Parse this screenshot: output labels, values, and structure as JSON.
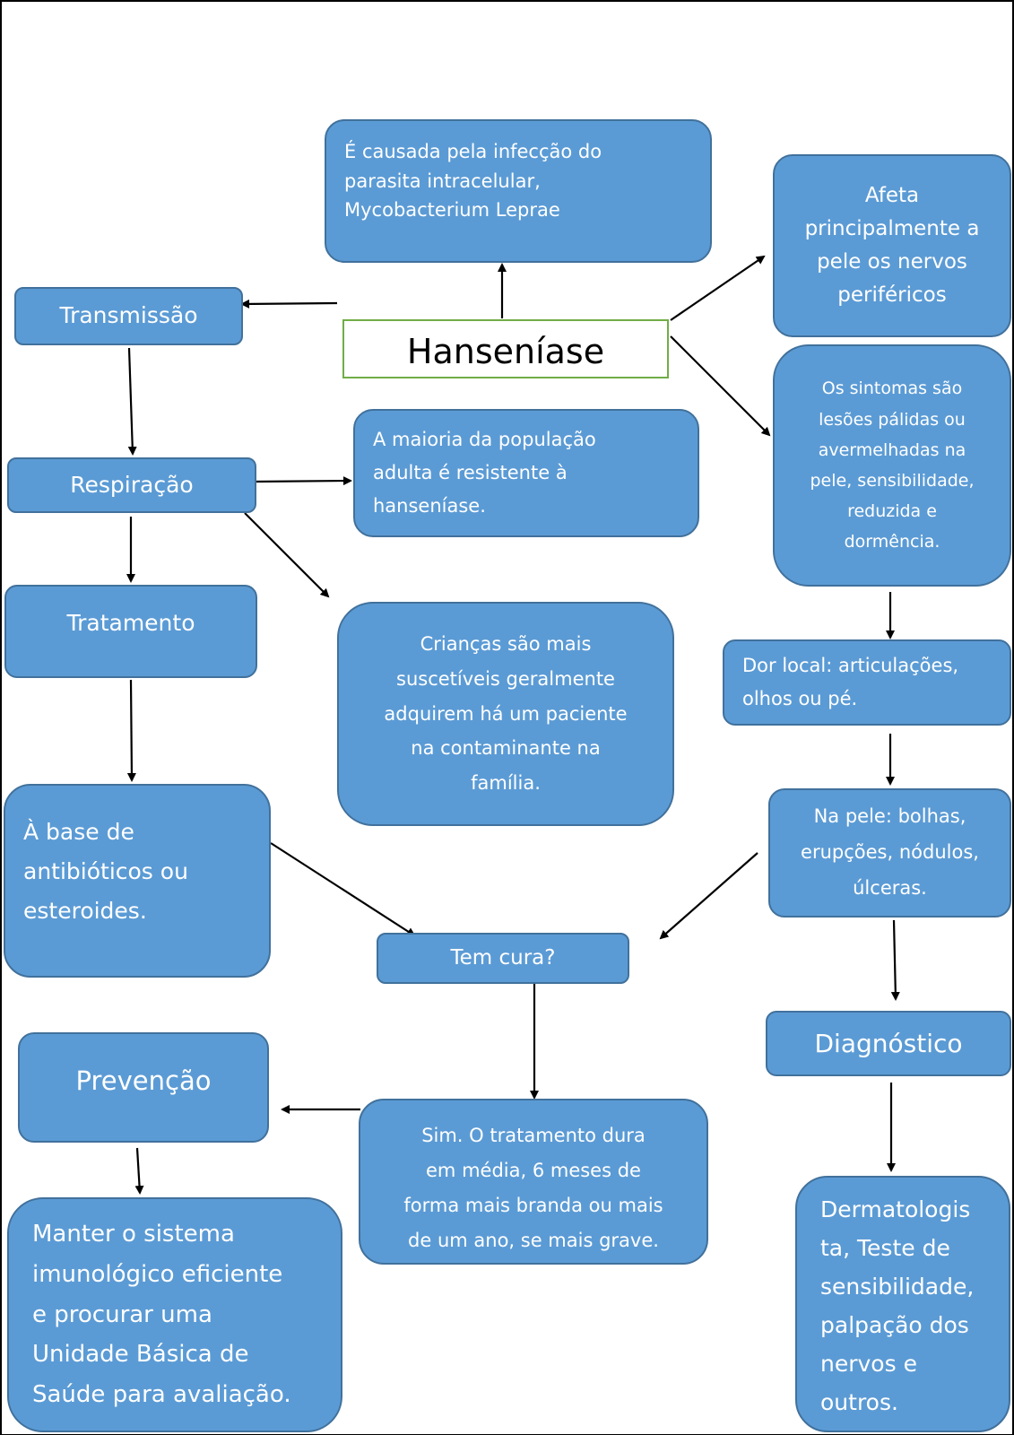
{
  "title": "Hanseníase",
  "colors": {
    "node_fill": "#5b9bd5",
    "node_border": "#41719c",
    "node_text": "#ffffff",
    "title_border": "#70ad47",
    "title_text": "#000000",
    "arrow": "#000000"
  },
  "nodes": {
    "causa": "É causada pela infecção do\nparasita intracelular,\nMycobacterium Leprae",
    "afeta": "Afeta\nprincipalmente a\npele os nervos\nperiféricos",
    "sintomas": "Os sintomas são\nlesões pálidas ou\navermelhadas na\npele, sensibilidade,\nreduzida e\ndormência.",
    "transmissao": "Transmissão",
    "respiracao": "Respiração",
    "resistente": "A maioria da população\nadulta é resistente à\nhanseníase.",
    "tratamento": "Tratamento",
    "criancas": "Crianças são mais\nsuscetíveis geralmente\nadquirem há um paciente\nna contaminante na\nfamília.",
    "dor_local": "Dor local: articulações,\nolhos ou pé.",
    "na_pele": "Na pele: bolhas,\nerupções, nódulos,\núlceras.",
    "antibioticos": "À base de\nantibióticos ou\nesteroides.",
    "tem_cura": "Tem cura?",
    "diagnostico": "Diagnóstico",
    "prevencao": "Prevenção",
    "sim_tratamento": "Sim.  O tratamento dura\nem média, 6 meses de\nforma mais branda ou mais\nde um ano, se mais grave.",
    "manter": "Manter o sistema\nimunológico eficiente\ne procurar uma\nUnidade Básica de\nSaúde para avaliação.",
    "dermatologista": "Dermatologis\nta, Teste de\nsensibilidade,\npalpação dos\nnervos e\noutros."
  },
  "edges": [
    {
      "from": "hanseniase",
      "to": "causa"
    },
    {
      "from": "hanseniase",
      "to": "transmissao"
    },
    {
      "from": "hanseniase",
      "to": "afeta"
    },
    {
      "from": "hanseniase",
      "to": "sintomas"
    },
    {
      "from": "transmissao",
      "to": "respiracao"
    },
    {
      "from": "respiracao",
      "to": "resistente"
    },
    {
      "from": "respiracao",
      "to": "tratamento"
    },
    {
      "from": "respiracao",
      "to": "criancas"
    },
    {
      "from": "tratamento",
      "to": "antibioticos"
    },
    {
      "from": "antibioticos",
      "to": "tem_cura"
    },
    {
      "from": "sintomas",
      "to": "dor_local"
    },
    {
      "from": "dor_local",
      "to": "na_pele"
    },
    {
      "from": "na_pele",
      "to": "tem_cura"
    },
    {
      "from": "na_pele",
      "to": "diagnostico"
    },
    {
      "from": "tem_cura",
      "to": "sim_tratamento"
    },
    {
      "from": "sim_tratamento",
      "to": "prevencao"
    },
    {
      "from": "prevencao",
      "to": "manter"
    },
    {
      "from": "diagnostico",
      "to": "dermatologista"
    }
  ]
}
